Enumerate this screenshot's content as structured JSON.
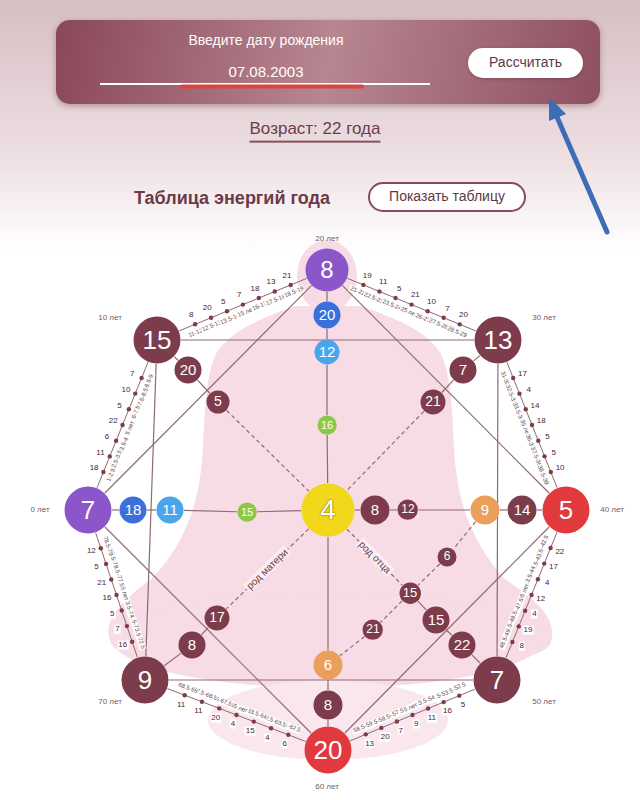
{
  "diagram": {
    "nodes": [
      {
        "text": [
          "Введите дату рождения",
          "07.08.2003"
        ]
      },
      {
        "text": [
          "Рассчитать"
        ],
        "in": 0
      },
      {
        "text": [
          "Показать таблицу"
        ]
      },
      {
        "text": [
          "8"
        ]
      },
      {
        "text": [
          "20"
        ]
      },
      {
        "text": [
          "12"
        ]
      },
      {
        "text": [
          "15"
        ]
      },
      {
        "text": [
          "13"
        ]
      },
      {
        "text": [
          "20"
        ]
      },
      {
        "text": [
          "7"
        ]
      },
      {
        "text": [
          "5"
        ]
      },
      {
        "text": [
          "21"
        ]
      },
      {
        "text": [
          "16"
        ]
      },
      {
        "text": [
          "7"
        ]
      },
      {
        "text": [
          "18"
        ]
      },
      {
        "text": [
          "11"
        ]
      },
      {
        "text": [
          "15"
        ]
      },
      {
        "text": [
          "4"
        ]
      },
      {
        "text": [
          "8"
        ]
      },
      {
        "text": [
          "12"
        ]
      },
      {
        "text": [
          "9"
        ]
      },
      {
        "text": [
          "14"
        ]
      },
      {
        "text": [
          "5"
        ]
      },
      {
        "text": [
          "6"
        ]
      },
      {
        "text": [
          "15"
        ]
      },
      {
        "text": [
          "17"
        ]
      },
      {
        "text": [
          "15"
        ]
      },
      {
        "text": [
          "21"
        ]
      },
      {
        "text": [
          "8"
        ]
      },
      {
        "text": [
          "22"
        ]
      },
      {
        "text": [
          "6"
        ]
      },
      {
        "text": [
          "9"
        ]
      },
      {
        "text": [
          "7"
        ]
      },
      {
        "text": [
          "8"
        ]
      },
      {
        "text": [
          "20"
        ]
      }
    ],
    "edges": [
      {
        "from": 3,
        "to": 22,
        "arrow": "none"
      },
      {
        "from": 22,
        "to": 34,
        "arrow": "none"
      },
      {
        "from": 34,
        "to": 13,
        "arrow": "none"
      },
      {
        "from": 13,
        "to": 3,
        "arrow": "none"
      },
      {
        "from": 6,
        "to": 7,
        "arrow": "none"
      },
      {
        "from": 7,
        "to": 32,
        "arrow": "none"
      },
      {
        "from": 32,
        "to": 31,
        "arrow": "none"
      },
      {
        "from": 31,
        "to": 6,
        "arrow": "none"
      },
      {
        "from": 13,
        "to": 6,
        "arrow": "none"
      },
      {
        "from": 6,
        "to": 3,
        "arrow": "none"
      },
      {
        "from": 3,
        "to": 7,
        "arrow": "none"
      },
      {
        "from": 7,
        "to": 22,
        "arrow": "none"
      },
      {
        "from": 22,
        "to": 32,
        "arrow": "none"
      },
      {
        "from": 32,
        "to": 34,
        "arrow": "none"
      },
      {
        "from": 34,
        "to": 31,
        "arrow": "none"
      },
      {
        "from": 31,
        "to": 13,
        "arrow": "none"
      },
      {
        "from": 3,
        "to": 4,
        "arrow": "none"
      },
      {
        "from": 4,
        "to": 5,
        "arrow": "none"
      },
      {
        "from": 5,
        "to": 12,
        "arrow": "none"
      },
      {
        "from": 12,
        "to": 17,
        "arrow": "none"
      },
      {
        "from": 17,
        "to": 30,
        "arrow": "none"
      },
      {
        "from": 30,
        "to": 33,
        "arrow": "none"
      },
      {
        "from": 33,
        "to": 34,
        "arrow": "none"
      },
      {
        "from": 13,
        "to": 14,
        "arrow": "none"
      },
      {
        "from": 14,
        "to": 15,
        "arrow": "none"
      },
      {
        "from": 15,
        "to": 16,
        "arrow": "none"
      },
      {
        "from": 16,
        "to": 17,
        "arrow": "none"
      },
      {
        "from": 17,
        "to": 18,
        "arrow": "none"
      },
      {
        "from": 18,
        "to": 19,
        "arrow": "none"
      },
      {
        "from": 19,
        "to": 20,
        "arrow": "none"
      },
      {
        "from": 20,
        "to": 21,
        "arrow": "none"
      },
      {
        "from": 21,
        "to": 22,
        "arrow": "none"
      },
      {
        "from": 6,
        "to": 8,
        "arrow": "none"
      },
      {
        "from": 8,
        "to": 10,
        "arrow": "none"
      },
      {
        "from": 10,
        "to": 17,
        "arrow": "none"
      },
      {
        "from": 7,
        "to": 9,
        "arrow": "none"
      },
      {
        "from": 9,
        "to": 11,
        "arrow": "none"
      },
      {
        "from": 11,
        "to": 17,
        "arrow": "none"
      },
      {
        "from": 17,
        "to": 25,
        "arrow": "none",
        "label": "род матери"
      },
      {
        "from": 25,
        "to": 28,
        "arrow": "none"
      },
      {
        "from": 28,
        "to": 31,
        "arrow": "none"
      },
      {
        "from": 17,
        "to": 24,
        "arrow": "none",
        "label": "род отца"
      },
      {
        "from": 24,
        "to": 26,
        "arrow": "none"
      },
      {
        "from": 26,
        "to": 29,
        "arrow": "none"
      },
      {
        "from": 29,
        "to": 32,
        "arrow": "none"
      },
      {
        "from": 20,
        "to": 23,
        "arrow": "none"
      },
      {
        "from": 23,
        "to": 24,
        "arrow": "none"
      },
      {
        "from": 24,
        "to": 27,
        "arrow": "none"
      },
      {
        "from": 27,
        "to": 30,
        "arrow": "none"
      }
    ],
    "labels": [
      "Возраст: 22 года",
      "Таблица энергий года",
      "0 лет",
      "10 лет",
      "20 лет",
      "30 лет",
      "40 лет",
      "50 лет",
      "60 лет",
      "70 лет",
      "18",
      "1-2.5",
      "11",
      "2.5-3.5",
      "6",
      "3.5-4",
      "22",
      "5 лет",
      "5",
      "6-7.5",
      "10",
      "7.5-8.5",
      "7",
      "8.5-9",
      "8",
      "11-12.5",
      "20",
      "12.5-13.5",
      "5",
      "13.5-14",
      "7",
      "15 лет",
      "18",
      "16-17.5",
      "13",
      "17.5-18.5",
      "21",
      "18.5-19",
      "19",
      "21-22.5",
      "11",
      "22.5-23.5",
      "5",
      "23.5-24",
      "21",
      "25 лет",
      "10",
      "26-27.5",
      "7",
      "27.5-28.5",
      "20",
      "28.5-29",
      "17",
      "31-32.5",
      "4",
      "32.5-33.5",
      "14",
      "33.5-34",
      "18",
      "35 лет",
      "5",
      "36-37.5",
      "5",
      "37.5-38.5",
      "10",
      "38.5-39",
      "22",
      "41-42.5",
      "17",
      "42.5-43.5",
      "4",
      "43.5-44",
      "12",
      "45 лет",
      "4",
      "46-47.5",
      "19",
      "47.5-48.5",
      "8",
      "48.5-49",
      "5",
      "51-52.5",
      "16",
      "52.5-53.5",
      "11",
      "53.5-54",
      "9",
      "55 лет",
      "7",
      "56-57.5",
      "20",
      "57.5-58.5",
      "13",
      "58.5-59",
      "6",
      "61-62.5",
      "4",
      "62.5-63.5",
      "15",
      "63.5-64",
      "4",
      "65 лет",
      "20",
      "66-67.5",
      "11",
      "67.5-68.5",
      "11",
      "68.5-69",
      "16",
      "71-72.5",
      "7",
      "72.5-73.5",
      "5",
      "73.5-74",
      "16",
      "75 лет",
      "21",
      "76-77.5",
      "5",
      "77.5-78.5",
      "12",
      "78.5-79"
    ]
  }
}
